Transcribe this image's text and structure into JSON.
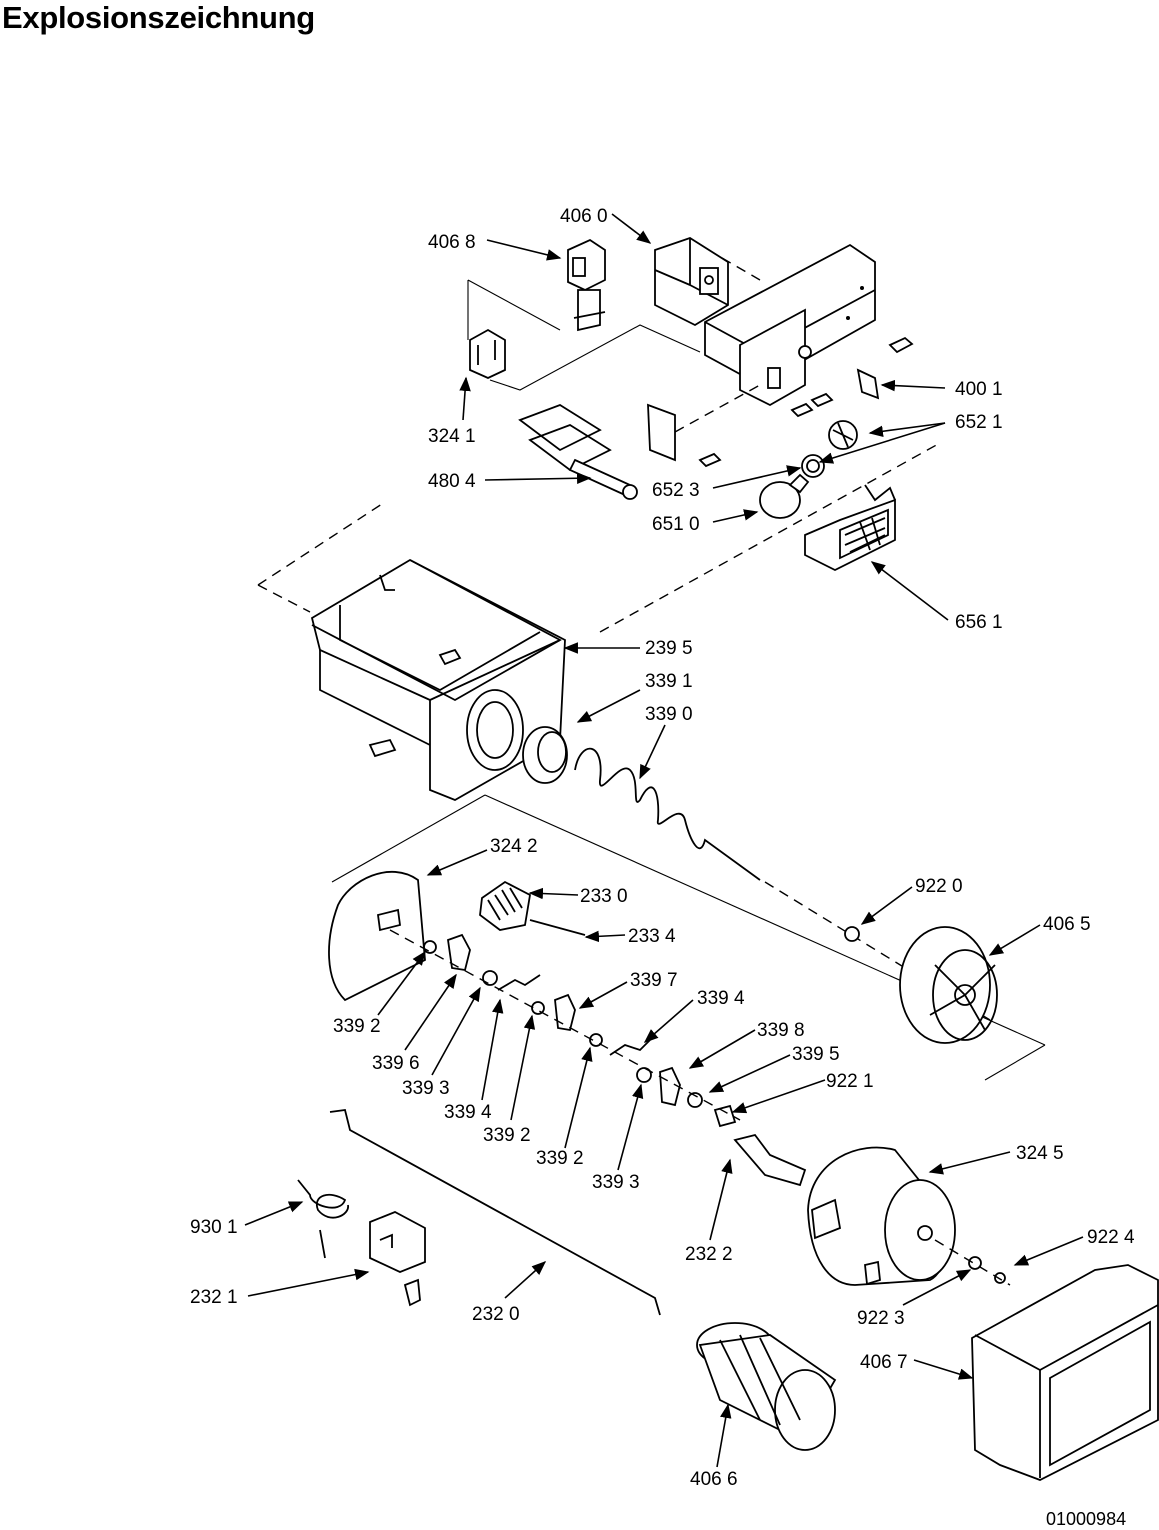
{
  "title": "Explosionszeichnung",
  "document_number": "01000984",
  "callouts": {
    "c4060": "406 0",
    "c4068": "406 8",
    "c4001": "400 1",
    "c6521": "652 1",
    "c3241": "324 1",
    "c4804": "480 4",
    "c6523": "652 3",
    "c6510": "651 0",
    "c6561": "656 1",
    "c2395": "239 5",
    "c3391": "339 1",
    "c3390": "339 0",
    "c3242": "324 2",
    "c2330": "233 0",
    "c2334": "233 4",
    "c9220": "922 0",
    "c4065": "406 5",
    "c3397": "339 7",
    "c3394a": "339 4",
    "c3398": "339 8",
    "c3395": "339 5",
    "c9221": "922 1",
    "c3392a": "339 2",
    "c3396": "339 6",
    "c3393a": "339 3",
    "c3394b": "339 4",
    "c3392b": "339 2",
    "c3392c": "339 2",
    "c3393b": "339 3",
    "c3245": "324 5",
    "c9301": "930 1",
    "c2322": "232 2",
    "c9224": "922 4",
    "c2321": "232 1",
    "c2320": "232 0",
    "c9223": "922 3",
    "c4067": "406 7",
    "c4066": "406 6"
  }
}
